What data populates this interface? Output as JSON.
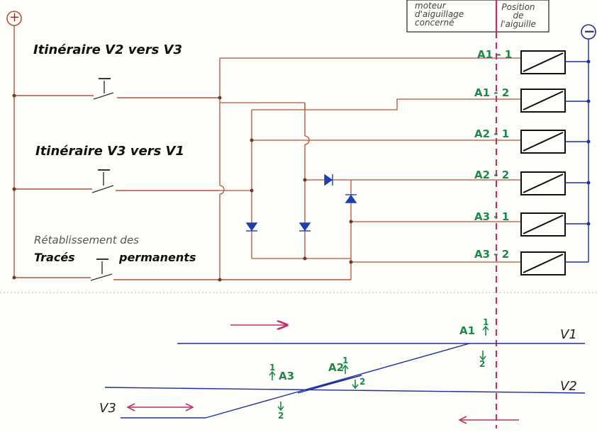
{
  "header": {
    "col1_lines": [
      "moteur",
      "d'aiguillage",
      "concerné"
    ],
    "col2_lines": [
      "Position",
      "de",
      "l'aiguille"
    ]
  },
  "terminals": {
    "positive": "+",
    "negative": "−"
  },
  "routes": {
    "r1": "Itinéraire V2 vers V3",
    "r2": "Itinéraire V3 vers V1",
    "r3_line1": "Rétablissement des",
    "r3_line2": "Tracés",
    "r3_line3": "permanents"
  },
  "motor_labels": [
    "A1 - 1",
    "A1 - 2",
    "A2 - 1",
    "A2 - 2",
    "A3 - 1",
    "A3 - 2"
  ],
  "track_labels": {
    "v1": "V1",
    "v2": "V2",
    "v3": "V3"
  },
  "points": {
    "a1": "A1",
    "a2": "A2",
    "a3": "A3",
    "pos1": "1",
    "pos2": "2"
  },
  "colors": {
    "wire": "#b5533a",
    "negative": "#1f2f9f",
    "diode": "#1f3fae",
    "dash": "#c0306a",
    "arrow": "#c0306a",
    "labels": "#1a8a4a",
    "node": "#6b3a28"
  }
}
